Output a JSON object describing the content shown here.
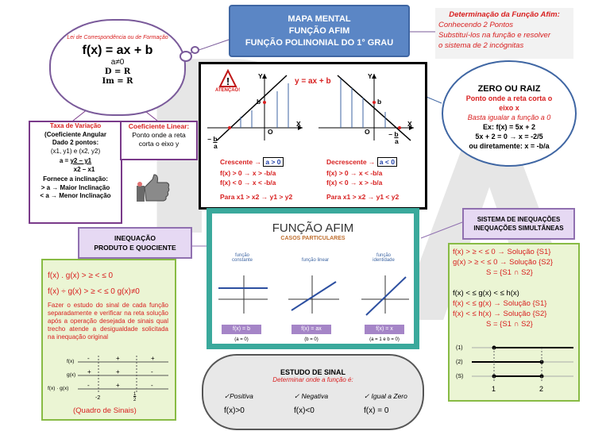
{
  "header": {
    "line1": "MAPA MENTAL",
    "line2": "FUNÇÃO AFIM",
    "line3": "FUNÇÃO POLINONIAL DO 1° GRAU"
  },
  "determinacao": {
    "title": "Determinação da Função Afim:",
    "line1": "Conhecendo 2 Pontos",
    "line2": "Substituí-los na função e resolver",
    "line3": "o sistema de 2 incógnitas"
  },
  "cloud": {
    "law": "Lei de Correspondência ou de Formação",
    "formula": "f(x) = ax + b",
    "cond": "a≠0",
    "domain": "D = R",
    "image": "Im = R"
  },
  "taxa": {
    "title": "Taxa de Variação",
    "l1": "(Coeficiente Angular",
    "l2": "Dado 2 pontos:",
    "l3": "(x1, y1) e (x2, y2)",
    "l4a": "a = ",
    "l4num": "y2 – y1",
    "l4den": "x2 – x1",
    "l5": "Fornece a inclinação:",
    "l6": "> a → Maior Inclinação",
    "l7": "< a → Menor Inclinação"
  },
  "coef": {
    "title": "Coeficiente Linear:",
    "l1": "Ponto onde a reta",
    "l2": "corta o eixo y"
  },
  "graph": {
    "eq": "y = ax + b",
    "warn": "ATENÇÃO!",
    "y": "Y",
    "x": "X",
    "o": "O",
    "b": "b",
    "neg": "–",
    "frac_num": "b",
    "frac_den": "a",
    "cres_label": "Crescente →",
    "cres_cond": "a > 0",
    "cres_l1": "f(x) > 0 → x > -b/a",
    "cres_l2": "f(x) < 0 → x < -b/a",
    "cres_l3": "Para x1 > x2 → y1 > y2",
    "dec_label": "Decrescente →",
    "dec_cond": "a < 0",
    "dec_l1": "f(x) > 0 → x < -b/a",
    "dec_l2": "f(x) < 0 → x > -b/a",
    "dec_l3": "Para x1 > x2 → y1 < y2"
  },
  "zero": {
    "title": "ZERO OU RAIZ",
    "l1": "Ponto onde a reta corta o",
    "l2": "eixo x",
    "l3": "Basta igualar a função a 0",
    "l4": "Ex: f(x) = 5x + 2",
    "l5": "5x + 2 = 0 → x = -2/5",
    "l6": "ou diretamente: x = -b/a"
  },
  "casos": {
    "title": "FUNÇÃO AFIM",
    "subtitle": "CASOS PARTICULARES",
    "c1": "função constante",
    "c2": "função linear",
    "c3": "função identidade",
    "f1": "f(x) = b",
    "f2": "f(x) = ax",
    "f3": "f(x) = x",
    "n1": "(a = 0)",
    "n2": "(b = 0)",
    "n3": "(a = 1 e b = 0)"
  },
  "ineq": {
    "header1": "INEQUAÇÃO",
    "header2": "PRODUTO E QUOCIENTE",
    "l1": "f(x) . g(x) > ≥ < ≤ 0",
    "l2": "f(x) ÷ g(x) > ≥ < ≤ 0  g(x)≠0",
    "p1": "Fazer o estudo do sinal de cada função separadamente e verificar na reta solução após a operação desejada de sinais qual trecho atende a desigualdade solicitada na inequação original",
    "rows": [
      "f(x)",
      "g(x)",
      "f(x) · g(x)"
    ],
    "t1": "-2",
    "t2n": "1",
    "t2d": "2",
    "quadro": "(Quadro de Sinais)"
  },
  "sist": {
    "header1": "SISTEMA DE INEQUAÇÕES",
    "header2": "INEQUAÇÕES SIMULTÂNEAS",
    "a1": "f(x)  > ≥ < ≤ 0 → Solução {S1}",
    "a2": "g(x) > ≥ < ≤ 0 → Solução {S2}",
    "a3": "S = {S1 ∩ S2}",
    "b0": "f(x) < ≤ g(x) < ≤  h(x)",
    "b1": "f(x) < ≤ g(x) → Solução {S1}",
    "b2": "f(x) < ≤ h(x) → Solução {S2}",
    "b3": "S = {S1 ∩ S2}",
    "r1": "(1)",
    "r2": "(2)",
    "r3": "(S)",
    "t1": "1",
    "t2": "2"
  },
  "estudo": {
    "title": "ESTUDO DE SINAL",
    "sub": "Determinar onde a função é:",
    "c1": "Positiva",
    "c2": "Negativa",
    "c3": "Igual a Zero",
    "v1": "f(x)>0",
    "v2": "f(x)<0",
    "v3": "f(x) = 0"
  },
  "colors": {
    "title_bg": "#5b86c5",
    "red": "#d82020",
    "purple": "#7a3a8a",
    "green_border": "#88bb44",
    "teal": "#3aa99c"
  }
}
